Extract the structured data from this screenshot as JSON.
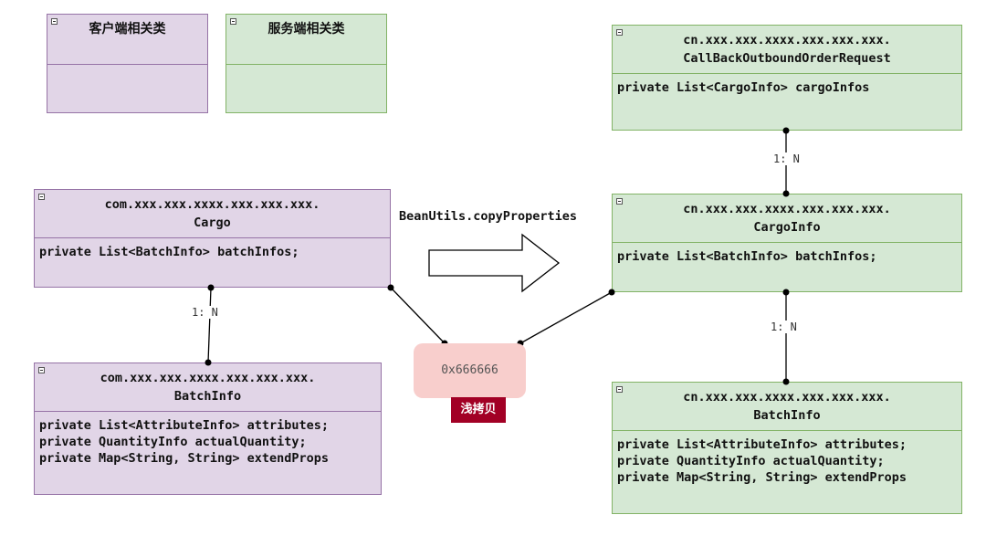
{
  "legend": {
    "client": "客户端相关类",
    "server": "服务端相关类"
  },
  "classes": {
    "client_cargo": {
      "name_line1": "com.xxx.xxx.xxxx.xxx.xxx.xxx.",
      "name_line2": "Cargo",
      "fields": "private List<BatchInfo> batchInfos;"
    },
    "client_batch": {
      "name_line1": "com.xxx.xxx.xxxx.xxx.xxx.xxx.",
      "name_line2": "BatchInfo",
      "fields": "private List<AttributeInfo> attributes;\nprivate QuantityInfo actualQuantity;\nprivate Map<String, String> extendProps"
    },
    "server_callback": {
      "name_line1": "cn.xxx.xxx.xxxx.xxx.xxx.xxx.",
      "name_line2": "CallBackOutboundOrderRequest",
      "fields": "private List<CargoInfo> cargoInfos"
    },
    "server_cargo": {
      "name_line1": "cn.xxx.xxx.xxxx.xxx.xxx.xxx.",
      "name_line2": "CargoInfo",
      "fields": "private List<BatchInfo> batchInfos;"
    },
    "server_batch": {
      "name_line1": "cn.xxx.xxx.xxxx.xxx.xxx.xxx.",
      "name_line2": "BatchInfo",
      "fields": "private List<AttributeInfo> attributes;\nprivate QuantityInfo actualQuantity;\nprivate Map<String, String> extendProps"
    }
  },
  "relations": {
    "client_cargo_batch": "1: N",
    "server_callback_cargo": "1: N",
    "server_cargo_batch": "1: N"
  },
  "copy_label": "BeanUtils.copyProperties",
  "memory_address": "0x666666",
  "shallow_copy_tag": "浅拷贝",
  "colors": {
    "client_fill": "#e1d5e7",
    "client_stroke": "#9673a6",
    "server_fill": "#d5e8d4",
    "server_stroke": "#82b366",
    "memory_fill": "#f8cecc",
    "tag_fill": "#a20025"
  }
}
